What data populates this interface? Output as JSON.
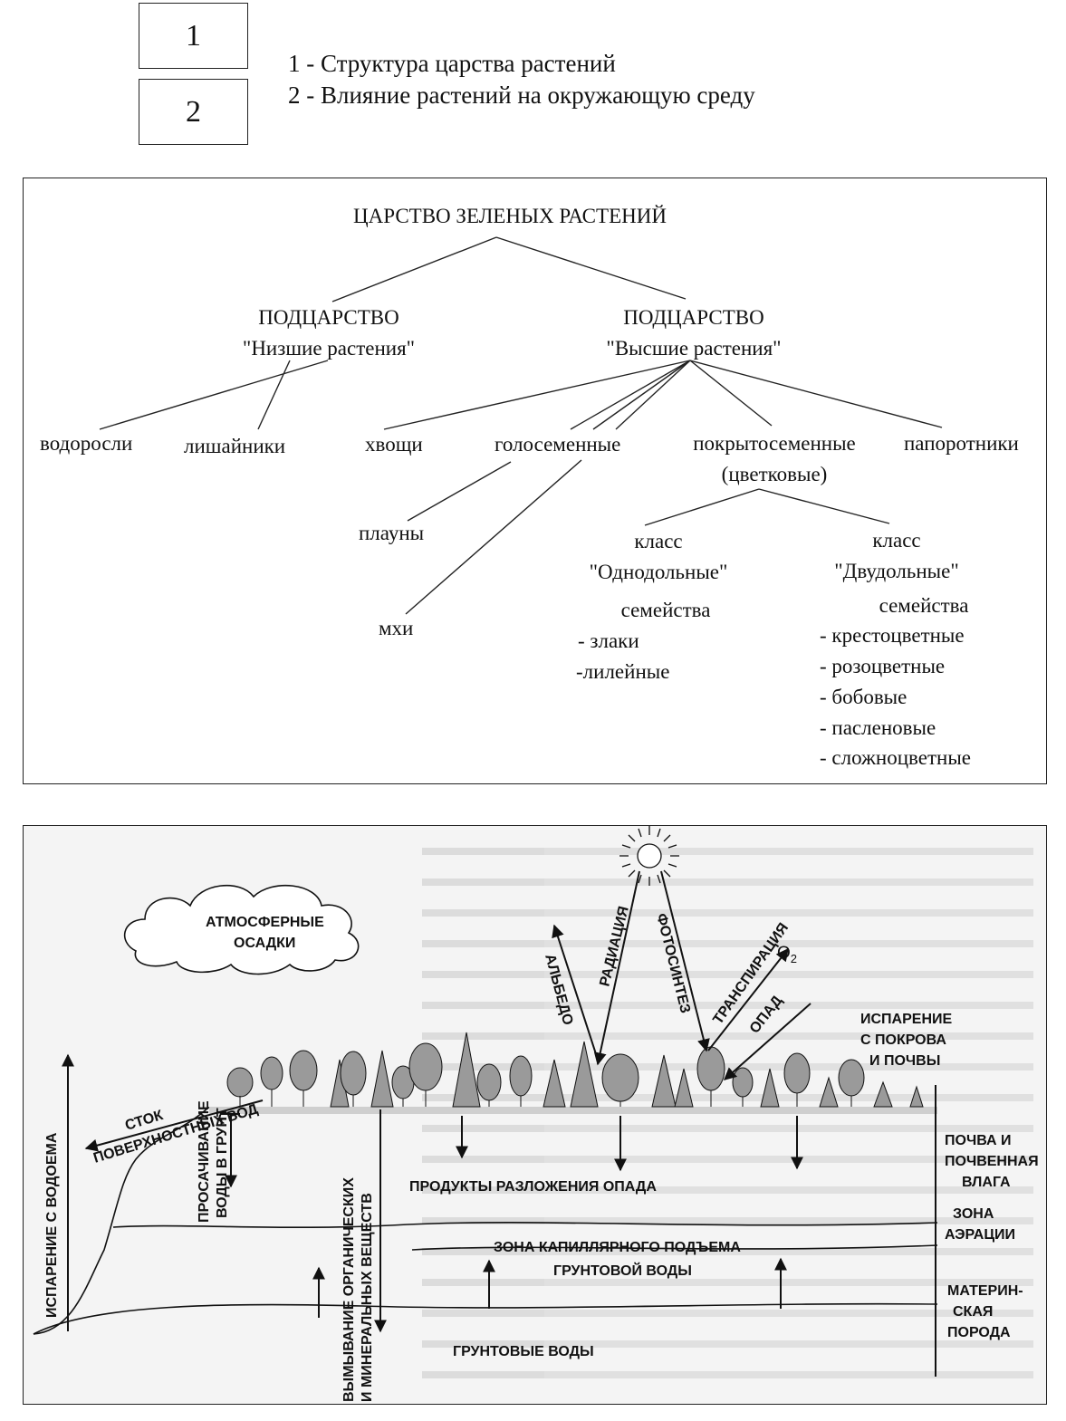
{
  "legend": {
    "box1": "1",
    "box2": "2",
    "line1": "1 - Структура царства растений",
    "line2": "2 - Влияние растений на окружающую среду"
  },
  "tree": {
    "root": "ЦАРСТВО ЗЕЛЕНЫХ РАСТЕНИЙ",
    "sub_left_title": "ПОДЦАРСТВО",
    "sub_left_name": "\"Низшие растения\"",
    "sub_right_title": "ПОДЦАРСТВО",
    "sub_right_name": "\"Высшие растения\"",
    "algae": "водоросли",
    "lichens": "лишайники",
    "horsetails": "хвощи",
    "gymnosperms": "голосеменные",
    "angiosperms_1": "покрытосеменные",
    "angiosperms_2": "(цветковые)",
    "ferns": "папоротники",
    "clubmosses": "плауны",
    "mosses": "мхи",
    "mono_class": "класс",
    "mono_name": "\"Однодольные\"",
    "mono_families": "семейства",
    "mono_items": [
      "- злаки",
      "-лилейные"
    ],
    "di_class": "класс",
    "di_name": "\"Двудольные\"",
    "di_families": "семейства",
    "di_items": [
      "- крестоцветные",
      "- розоцветные",
      "- бобовые",
      "- пасленовые",
      "- сложноцветные"
    ]
  },
  "ecology": {
    "atmospheric_1": "АТМОСФЕРНЫЕ",
    "atmospheric_2": "ОСАДКИ",
    "albedo": "АЛЬБЕДО",
    "radiation": "РАДИАЦИЯ",
    "photosynthesis": "ФОТОСИНТЕЗ",
    "transpiration": "ТРАНСПИРАЦИЯ",
    "o2": "O",
    "o2_sub": "2",
    "litter": "ОПАД",
    "evap_cover_1": "ИСПАРЕНИЕ",
    "evap_cover_2": "С ПОКРОВА",
    "evap_cover_3": "И ПОЧВЫ",
    "evap_water": "ИСПАРЕНИЕ С ВОДОЕМА",
    "runoff_1": "СТОК",
    "runoff_2": "ПОВЕРХНОСТНЫХ ВОД",
    "seepage_1": "ПРОСАЧИВАНИЕ",
    "seepage_2": "ВОДЫ В ГРУНТ",
    "leaching_1": "ВЫМЫВАНИЕ ОРГАНИЧЕСКИХ",
    "leaching_2": "И МИНЕРАЛЬНЫХ ВЕЩЕСТВ",
    "decomposition": "ПРОДУКТЫ РАЗЛОЖЕНИЯ ОПАДА",
    "capillary_1": "ЗОНА КАПИЛЛЯРНОГО ПОДЪЕМА",
    "capillary_2": "ГРУНТОВОЙ ВОДЫ",
    "groundwater": "ГРУНТОВЫЕ ВОДЫ",
    "soil_1": "ПОЧВА И",
    "soil_2": "ПОЧВЕННАЯ",
    "soil_3": "ВЛАГА",
    "aeration_1": "ЗОНА",
    "aeration_2": "АЭРАЦИИ",
    "bedrock_1": "МАТЕРИН-",
    "bedrock_2": "СКАЯ",
    "bedrock_3": "ПОРОДА"
  }
}
